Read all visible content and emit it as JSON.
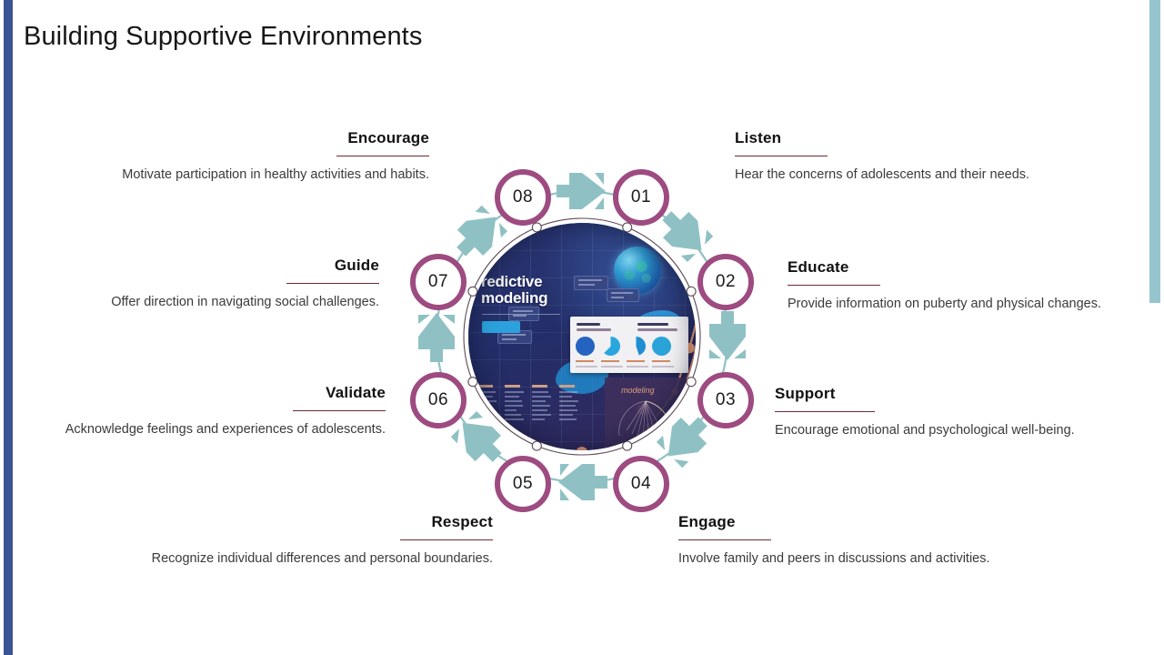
{
  "slide": {
    "title": "Building Supportive Environments",
    "accent_left": "#3a5393",
    "accent_right": "#96c5ce",
    "circle_color": "#9d4b80",
    "arrow_color": "#8fc1c4",
    "rule_color": "#6d2b37"
  },
  "steps": [
    {
      "number": "01",
      "heading": "Listen",
      "body": "Hear the concerns of adolescents and their needs.",
      "side": "right"
    },
    {
      "number": "02",
      "heading": "Educate",
      "body": "Provide information on puberty and physical changes.",
      "side": "right"
    },
    {
      "number": "03",
      "heading": "Support",
      "body": "Encourage emotional and psychological well-being.",
      "side": "right"
    },
    {
      "number": "04",
      "heading": "Engage",
      "body": "Involve family and peers in discussions and activities.",
      "side": "right"
    },
    {
      "number": "05",
      "heading": "Respect",
      "body": "Recognize individual differences and personal boundaries.",
      "side": "left"
    },
    {
      "number": "06",
      "heading": "Validate",
      "body": "Acknowledge feelings and experiences of adolescents.",
      "side": "left"
    },
    {
      "number": "07",
      "heading": "Guide",
      "body": "Offer direction in navigating social challenges.",
      "side": "left"
    },
    {
      "number": "08",
      "heading": "Encourage",
      "body": "Motivate participation in healthy activities and habits.",
      "side": "left"
    }
  ],
  "center_image": {
    "title_line1": "redictive",
    "title_line2": "modeling",
    "alt": "predictive-modeling-infographic"
  }
}
